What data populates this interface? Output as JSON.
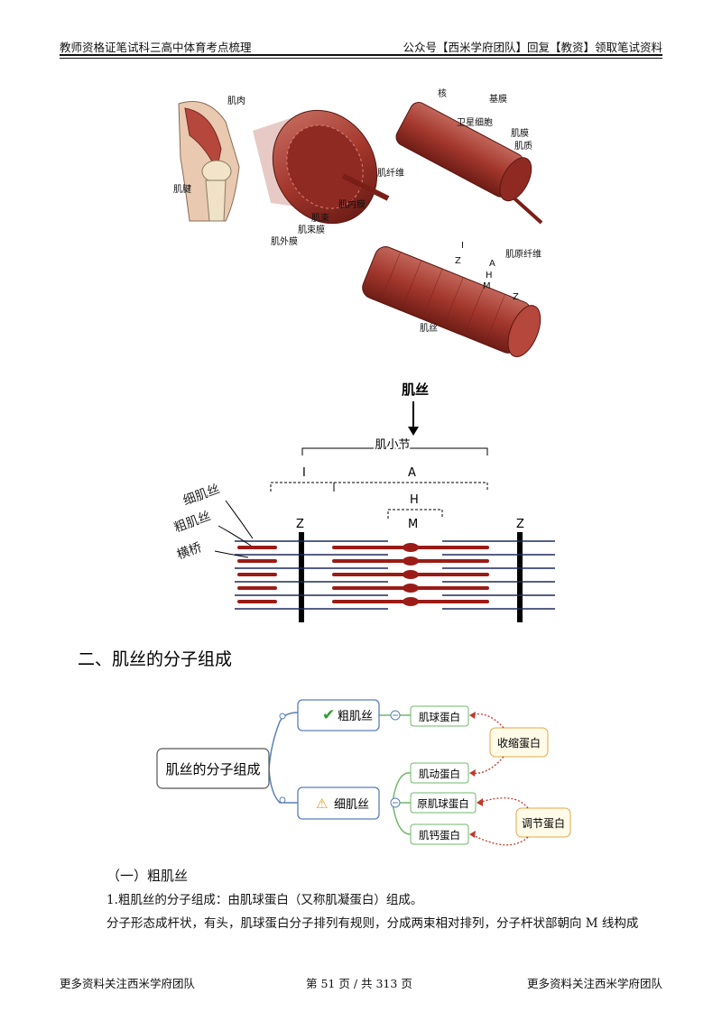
{
  "header": {
    "left": "教师资格证笔试科三高中体育考点梳理",
    "right": "公众号【西米学府团队】回复【教资】领取笔试资料"
  },
  "figure1": {
    "labels": {
      "muscle": "肌肉",
      "tendon": "肌腱",
      "endomysium": "肌内膜",
      "fascicle": "肌束",
      "perimysium": "肌束膜",
      "epimysium": "肌外膜",
      "fiber": "肌纤维",
      "nucleus": "核",
      "basement": "基膜",
      "satellite": "卫星细胞",
      "sarcolemma": "肌膜",
      "sarcoplasm": "肌质",
      "myofibril": "肌原纤维",
      "filament": "肌丝",
      "I": "I",
      "A": "A",
      "Z": "Z",
      "H": "H",
      "M": "M"
    }
  },
  "figure2": {
    "labels": {
      "filament": "肌丝",
      "sarcomere": "肌小节",
      "I": "I",
      "A": "A",
      "H": "H",
      "M": "M",
      "Z": "Z",
      "thin": "细肌丝",
      "thick": "粗肌丝",
      "crossbridge": "横桥"
    }
  },
  "section_title": "二、肌丝的分子组成",
  "mindmap": {
    "root": "肌丝的分子组成",
    "thick": "粗肌丝",
    "thin": "细肌丝",
    "myosin": "肌球蛋白",
    "actin": "肌动蛋白",
    "tropomyosin": "原肌球蛋白",
    "troponin": "肌钙蛋白",
    "contractile": "收缩蛋白",
    "regulatory": "调节蛋白",
    "colors": {
      "blue": "#5a7fb8",
      "green": "#6fb86a",
      "orange": "#e0a84a",
      "red_dotted": "#c0392b"
    },
    "icons": {
      "thick": "check-icon",
      "thin": "warning-icon"
    }
  },
  "subsection_title": "（一）粗肌丝",
  "para1": "1.粗肌丝的分子组成：由肌球蛋白（又称肌凝蛋白）组成。",
  "para2": "分子形态成杆状，有头，肌球蛋白分子排列有规则，分成两束相对排列，分子杆状部朝向 M 线构成",
  "footer": {
    "left": "更多资料关注西米学府团队",
    "page": "第 51 页 / 共 313 页",
    "right": "更多资料关注西米学府团队"
  }
}
